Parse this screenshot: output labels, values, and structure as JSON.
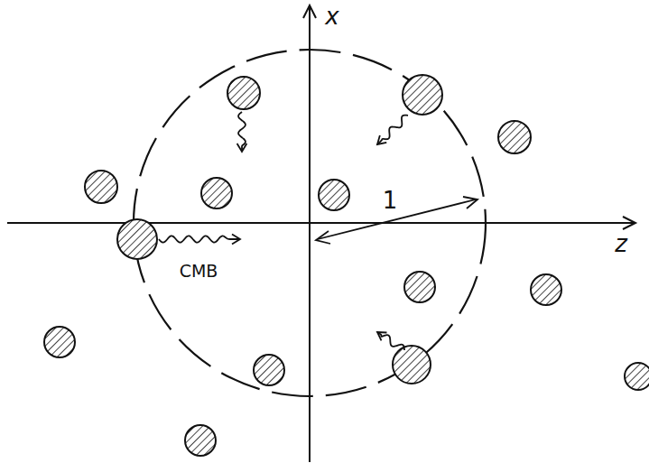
{
  "diagram": {
    "labels": [
      "x",
      "z",
      "1",
      "CMB"
    ]
  }
}
